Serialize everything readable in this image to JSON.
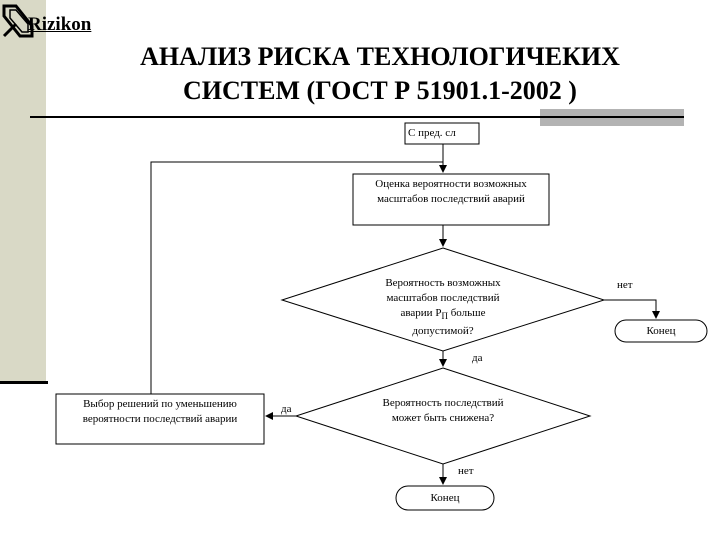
{
  "logo": {
    "text": "Rizikon"
  },
  "title": {
    "line1": "АНАЛИЗ РИСКА ТЕХНОЛОГИЧЕКИХ",
    "line2_main": "СИСТЕМ (ГОСТ Р 51901.1-2002",
    "line2_end": ")"
  },
  "flowchart": {
    "start": "С пред. сл",
    "assess": "Оценка вероятности возможных масштабов последствий аварий",
    "decision1": {
      "line1": "Вероятность возможных",
      "line2": "масштабов последствий",
      "line3_a": "аварии P",
      "line3_sub": "П",
      "line3_b": " больше",
      "line4": "допустимой?"
    },
    "end1": "Конец",
    "end2": "Конец",
    "decision2": "Вероятность последствий может быть снижена?",
    "action": "Выбор решений по уменьшению вероятности последствий аварии",
    "labels": {
      "no1": "нет",
      "yes1": "да",
      "yes2": "да",
      "no2": "нет"
    }
  }
}
